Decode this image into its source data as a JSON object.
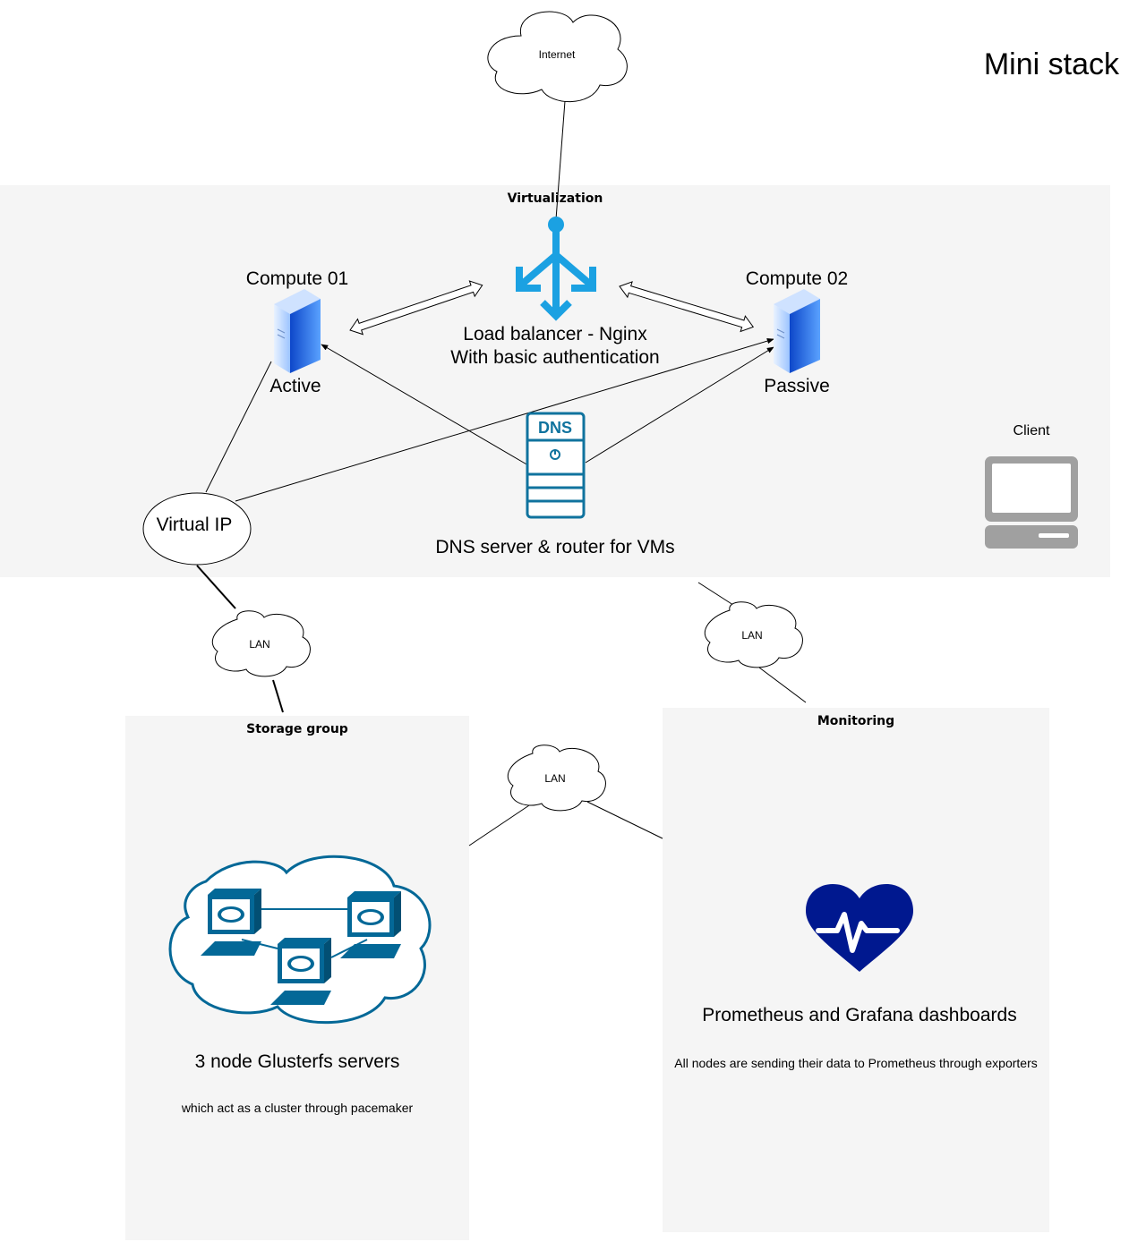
{
  "title": "Mini stack",
  "internet_label": "Internet",
  "groups": {
    "virtualization": {
      "title": "Virtualization"
    },
    "storage": {
      "title": "Storage group",
      "main_label": "3 node Glusterfs servers",
      "sub_label": "which act as a cluster through pacemaker"
    },
    "monitoring": {
      "title": "Monitoring",
      "main_label": "Prometheus and Grafana dashboards",
      "sub_label": "All nodes are sending their data to Prometheus through exporters"
    }
  },
  "load_balancer": {
    "line1": "Load balancer - Nginx",
    "line2": "With basic authentication"
  },
  "compute_01": {
    "title": "Compute 01",
    "role": "Active"
  },
  "compute_02": {
    "title": "Compute 02",
    "role": "Passive"
  },
  "dns": {
    "icon_text": "DNS",
    "label": "DNS server & router for VMs"
  },
  "virtual_ip": "Virtual IP",
  "client": "Client",
  "lan_label": "LAN",
  "colors": {
    "group_bg": "#f5f5f5",
    "load_balancer": "#1ba1e2",
    "dns_icon": "#10739e",
    "gluster": "#036897",
    "heart": "#00188f",
    "laptop": "#a0a0a0",
    "server_blue": "#1565d8"
  }
}
